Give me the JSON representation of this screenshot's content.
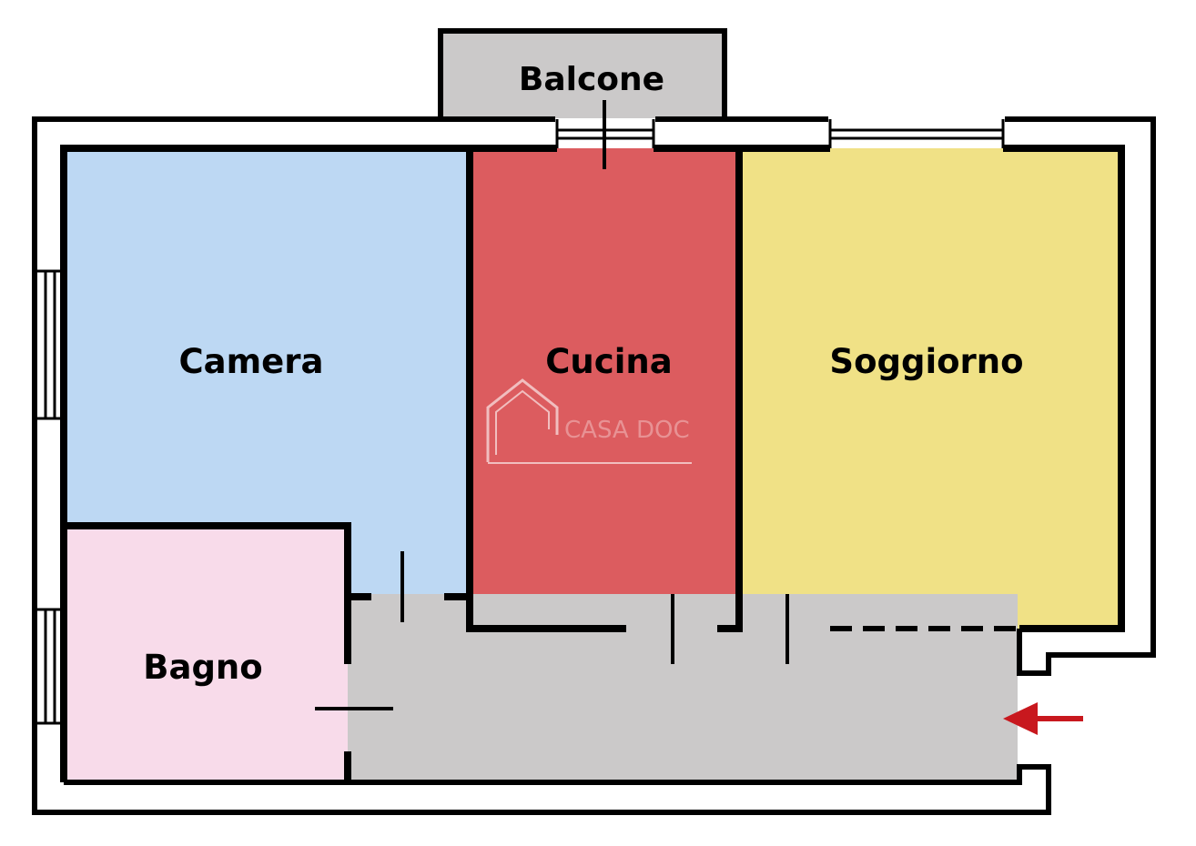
{
  "rooms": {
    "balcone": {
      "label": "Balcone",
      "color": "#cbc9c9"
    },
    "camera": {
      "label": "Camera",
      "color": "#bdd8f3"
    },
    "cucina": {
      "label": "Cucina",
      "color": "#dc5c5f"
    },
    "soggiorno": {
      "label": "Soggiorno",
      "color": "#f0e186"
    },
    "bagno": {
      "label": "Bagno",
      "color": "#f8dbea"
    },
    "corridoio": {
      "color": "#cbc9c9"
    }
  },
  "watermark": {
    "text": "CASA DOC"
  },
  "entrance": {
    "icon": "arrow-left-icon",
    "color": "#c8181e"
  },
  "wall_color": "#000000"
}
